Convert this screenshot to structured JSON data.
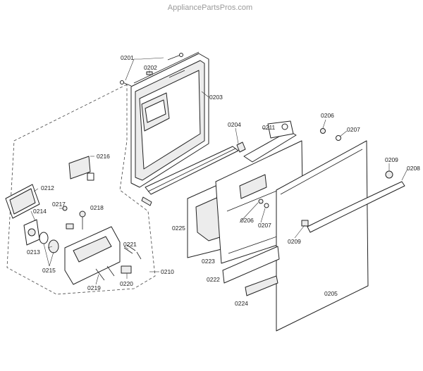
{
  "watermark": "AppliancePartsPros.com",
  "parts": [
    {
      "id": "0201",
      "label": "0201"
    },
    {
      "id": "0202",
      "label": "0202"
    },
    {
      "id": "0203",
      "label": "0203"
    },
    {
      "id": "0204",
      "label": "0204"
    },
    {
      "id": "0205",
      "label": "0205"
    },
    {
      "id": "0206a",
      "label": "0206"
    },
    {
      "id": "0206b",
      "label": "0206"
    },
    {
      "id": "0207a",
      "label": "0207"
    },
    {
      "id": "0207b",
      "label": "0207"
    },
    {
      "id": "0208",
      "label": "0208"
    },
    {
      "id": "0209a",
      "label": "0209"
    },
    {
      "id": "0209b",
      "label": "0209"
    },
    {
      "id": "0210",
      "label": "0210"
    },
    {
      "id": "0211",
      "label": "0211"
    },
    {
      "id": "0212",
      "label": "0212"
    },
    {
      "id": "0213",
      "label": "0213"
    },
    {
      "id": "0214",
      "label": "0214"
    },
    {
      "id": "0215",
      "label": "0215"
    },
    {
      "id": "0216",
      "label": "0216"
    },
    {
      "id": "0217",
      "label": "0217"
    },
    {
      "id": "0218",
      "label": "0218"
    },
    {
      "id": "0219",
      "label": "0219"
    },
    {
      "id": "0220",
      "label": "0220"
    },
    {
      "id": "0221",
      "label": "0221"
    },
    {
      "id": "0222",
      "label": "0222"
    },
    {
      "id": "0223",
      "label": "0223"
    },
    {
      "id": "0224",
      "label": "0224"
    },
    {
      "id": "0225",
      "label": "0225"
    }
  ]
}
